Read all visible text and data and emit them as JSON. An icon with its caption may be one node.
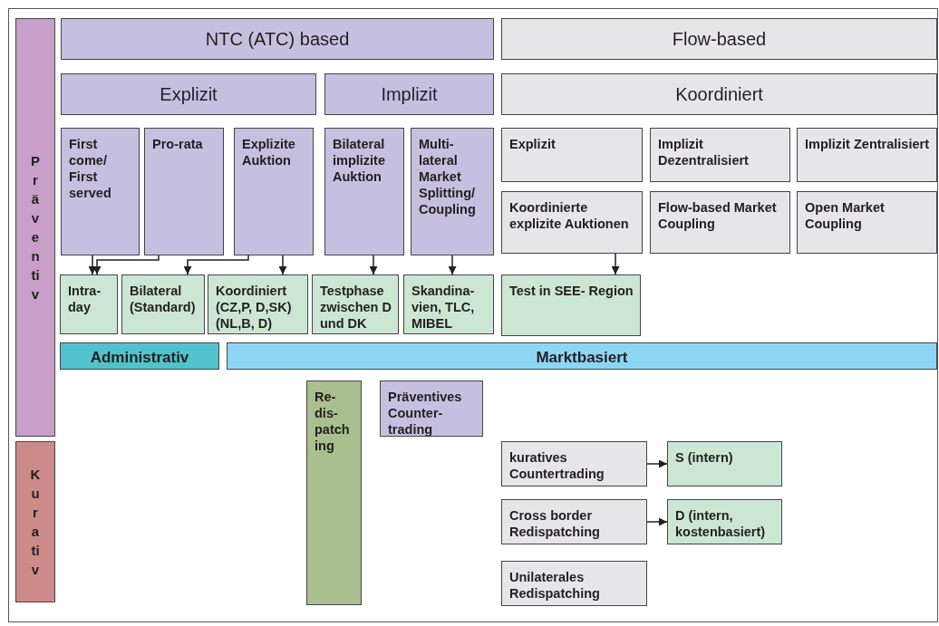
{
  "diagram": {
    "nodes": [
      {
        "text": [
          "Präventiv"
        ]
      },
      {
        "text": [
          "Kurativ"
        ]
      },
      {
        "text": [
          "NTC (ATC) based"
        ]
      },
      {
        "text": [
          "Flow-based"
        ]
      },
      {
        "text": [
          "Explizit"
        ]
      },
      {
        "text": [
          "Implizit"
        ]
      },
      {
        "text": [
          "Koordiniert"
        ]
      },
      {
        "text": [
          "First come/ First served"
        ]
      },
      {
        "text": [
          "Pro-rata"
        ]
      },
      {
        "text": [
          "Explizite Auktion"
        ]
      },
      {
        "text": [
          "Bilateral implizite Auktion"
        ]
      },
      {
        "text": [
          "Multi- lateral Market Splitting/ Coupling"
        ]
      },
      {
        "text": [
          "Explizit"
        ]
      },
      {
        "text": [
          "Implizit Dezentralisiert"
        ]
      },
      {
        "text": [
          "Implizit Zentralisiert"
        ]
      },
      {
        "text": [
          "Koordinierte explizite Auktionen"
        ]
      },
      {
        "text": [
          "Flow-based Market Coupling"
        ]
      },
      {
        "text": [
          "Open Market Coupling"
        ]
      },
      {
        "text": [
          "Intra- day"
        ]
      },
      {
        "text": [
          "Bilateral (Standard)"
        ]
      },
      {
        "text": [
          "Koordiniert (CZ,P, D,SK) (NL,B, D)"
        ]
      },
      {
        "text": [
          "Testphase zwischen D und DK"
        ]
      },
      {
        "text": [
          "Skandina- vien, TLC, MIBEL"
        ]
      },
      {
        "text": [
          "Test in SEE- Region"
        ]
      },
      {
        "text": [
          "Administrativ"
        ]
      },
      {
        "text": [
          "Marktbasiert"
        ]
      },
      {
        "text": [
          "Re- dis- patch ing"
        ]
      },
      {
        "text": [
          "Präventives Counter- trading"
        ]
      },
      {
        "text": [
          "kuratives Countertrading"
        ]
      },
      {
        "text": [
          "S (intern)"
        ]
      },
      {
        "text": [
          "Cross border Redispatching"
        ]
      },
      {
        "text": [
          "D (intern, kostenbasiert)"
        ]
      },
      {
        "text": [
          "Unilaterales Redispatching"
        ]
      }
    ],
    "edges": [
      {
        "from": 7,
        "to": 18,
        "arrow": "to"
      },
      {
        "from": 8,
        "to": 18,
        "arrow": "to"
      },
      {
        "from": 9,
        "to": 19,
        "arrow": "to"
      },
      {
        "from": 9,
        "to": 20,
        "arrow": "to"
      },
      {
        "from": 10,
        "to": 21,
        "arrow": "to"
      },
      {
        "from": 11,
        "to": 22,
        "arrow": "to"
      },
      {
        "from": 15,
        "to": 23,
        "arrow": "to"
      },
      {
        "from": 28,
        "to": 29,
        "arrow": "to"
      },
      {
        "from": 30,
        "to": 31,
        "arrow": "to"
      }
    ]
  }
}
